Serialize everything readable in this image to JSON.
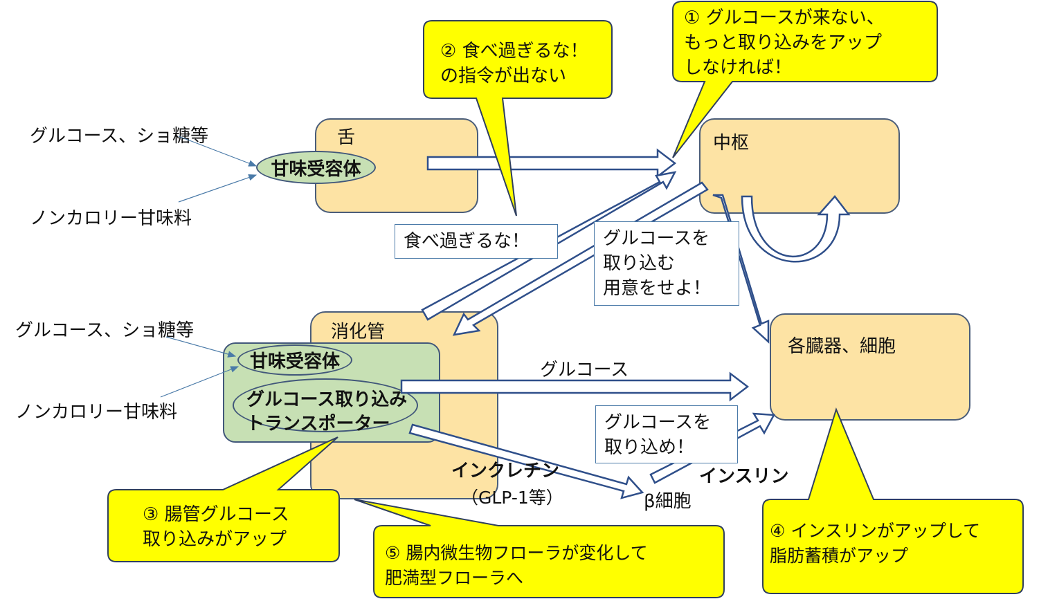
{
  "colors": {
    "organ_fill": "#fde3a4",
    "receptor_fill": "#c7e0b4",
    "callout_fill": "#ffff00",
    "arrow": "#2f4f8a"
  },
  "inputs": {
    "top_sugar": "グルコース、ショ糖等",
    "top_noncal": "ノンカロリー甘味料",
    "gut_sugar": "グルコース、ショ糖等",
    "gut_noncal": "ノンカロリー甘味料"
  },
  "organs": {
    "tongue": "舌",
    "brain": "中枢",
    "gut": "消化管",
    "organs_cells": "各臓器、細胞"
  },
  "receptors": {
    "tongue_receptor": "甘味受容体",
    "gut_receptor": "甘味受容体",
    "transporter_line1": "グルコース取り込み",
    "transporter_line2": "トランスポーター"
  },
  "messages": {
    "dont_overeat": "食べ過ぎるな！",
    "prepare_glucose": "グルコースを\n取り込む\n用意をせよ！",
    "take_in_glucose": "グルコースを\n取り込め！"
  },
  "labels": {
    "glucose": "グルコース",
    "incretin": "インクレチン",
    "glp1": "（GLP-1等）",
    "beta_cell": "β細胞",
    "insulin": "インスリン"
  },
  "callouts": {
    "c1": "① グルコースが来ない、\nもっと取り込みをアップ\nしなければ！",
    "c2": "② 食べ過ぎるな！\nの指令が出ない",
    "c3": "③ 腸管グルコース\n取り込みがアップ",
    "c4": "④ インスリンがアップして\n脂肪蓄積がアップ",
    "c5": "⑤ 腸内微生物フローラが変化して\n肥満型フローラへ"
  }
}
